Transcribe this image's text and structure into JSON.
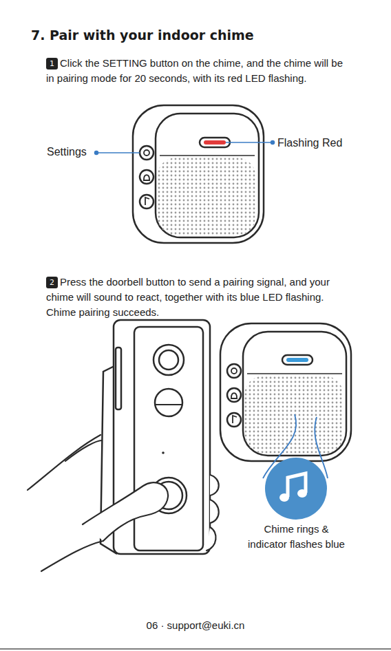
{
  "diagram": {
    "title": "7. Pair with your indoor chime",
    "nodes": [
      {
        "text": [
          "1"
        ]
      },
      {
        "text": [
          "2"
        ]
      }
    ],
    "labels": [
      "Click the SETTING button on the chime, and the chime will be in pairing mode for 20 seconds, with its red LED flashing.",
      "Settings",
      "Flashing Red",
      "Press the doorbell button to send a pairing signal, and your chime will sound to react, together with its blue LED flashing. Chime pairing succeeds.",
      "Chime rings & indicator flashes blue",
      "06 · support@euki.cn"
    ]
  }
}
